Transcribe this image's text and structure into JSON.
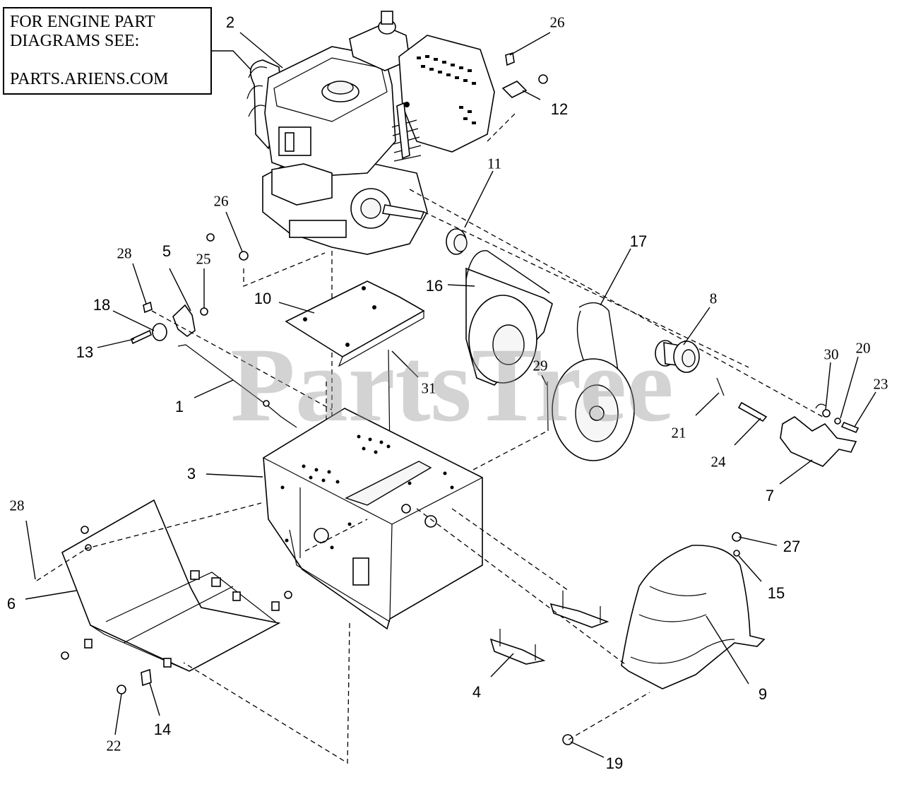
{
  "note": {
    "line1": "FOR ENGINE PART",
    "line2": "DIAGRAMS SEE:",
    "line3": "PARTS.ARIENS.COM"
  },
  "watermark": "PartsTree",
  "callouts": [
    {
      "id": "c1",
      "text": "1",
      "font": "sans"
    },
    {
      "id": "c2",
      "text": "2",
      "font": "sans"
    },
    {
      "id": "c3",
      "text": "3",
      "font": "sans"
    },
    {
      "id": "c4",
      "text": "4",
      "font": "sans"
    },
    {
      "id": "c5",
      "text": "5",
      "font": "sans"
    },
    {
      "id": "c6",
      "text": "6",
      "font": "sans"
    },
    {
      "id": "c7",
      "text": "7",
      "font": "sans"
    },
    {
      "id": "c8",
      "text": "8",
      "font": "serif"
    },
    {
      "id": "c9",
      "text": "9",
      "font": "sans"
    },
    {
      "id": "c10",
      "text": "10",
      "font": "sans"
    },
    {
      "id": "c11",
      "text": "11",
      "font": "serif"
    },
    {
      "id": "c12",
      "text": "12",
      "font": "sans"
    },
    {
      "id": "c13",
      "text": "13",
      "font": "sans"
    },
    {
      "id": "c14",
      "text": "14",
      "font": "sans"
    },
    {
      "id": "c15",
      "text": "15",
      "font": "sans"
    },
    {
      "id": "c16",
      "text": "16",
      "font": "sans"
    },
    {
      "id": "c17",
      "text": "17",
      "font": "sans"
    },
    {
      "id": "c18",
      "text": "18",
      "font": "sans"
    },
    {
      "id": "c19",
      "text": "19",
      "font": "sans"
    },
    {
      "id": "c20",
      "text": "20",
      "font": "serif"
    },
    {
      "id": "c21",
      "text": "21",
      "font": "serif"
    },
    {
      "id": "c22",
      "text": "22",
      "font": "serif"
    },
    {
      "id": "c23",
      "text": "23",
      "font": "serif"
    },
    {
      "id": "c24",
      "text": "24",
      "font": "serif"
    },
    {
      "id": "c25",
      "text": "25",
      "font": "serif"
    },
    {
      "id": "c26a",
      "text": "26",
      "font": "serif"
    },
    {
      "id": "c26b",
      "text": "26",
      "font": "serif"
    },
    {
      "id": "c27",
      "text": "27",
      "font": "sans"
    },
    {
      "id": "c28a",
      "text": "28",
      "font": "serif"
    },
    {
      "id": "c28b",
      "text": "28",
      "font": "serif"
    },
    {
      "id": "c29",
      "text": "29",
      "font": "serif"
    },
    {
      "id": "c30",
      "text": "30",
      "font": "serif"
    },
    {
      "id": "c31",
      "text": "31",
      "font": "serif"
    }
  ]
}
